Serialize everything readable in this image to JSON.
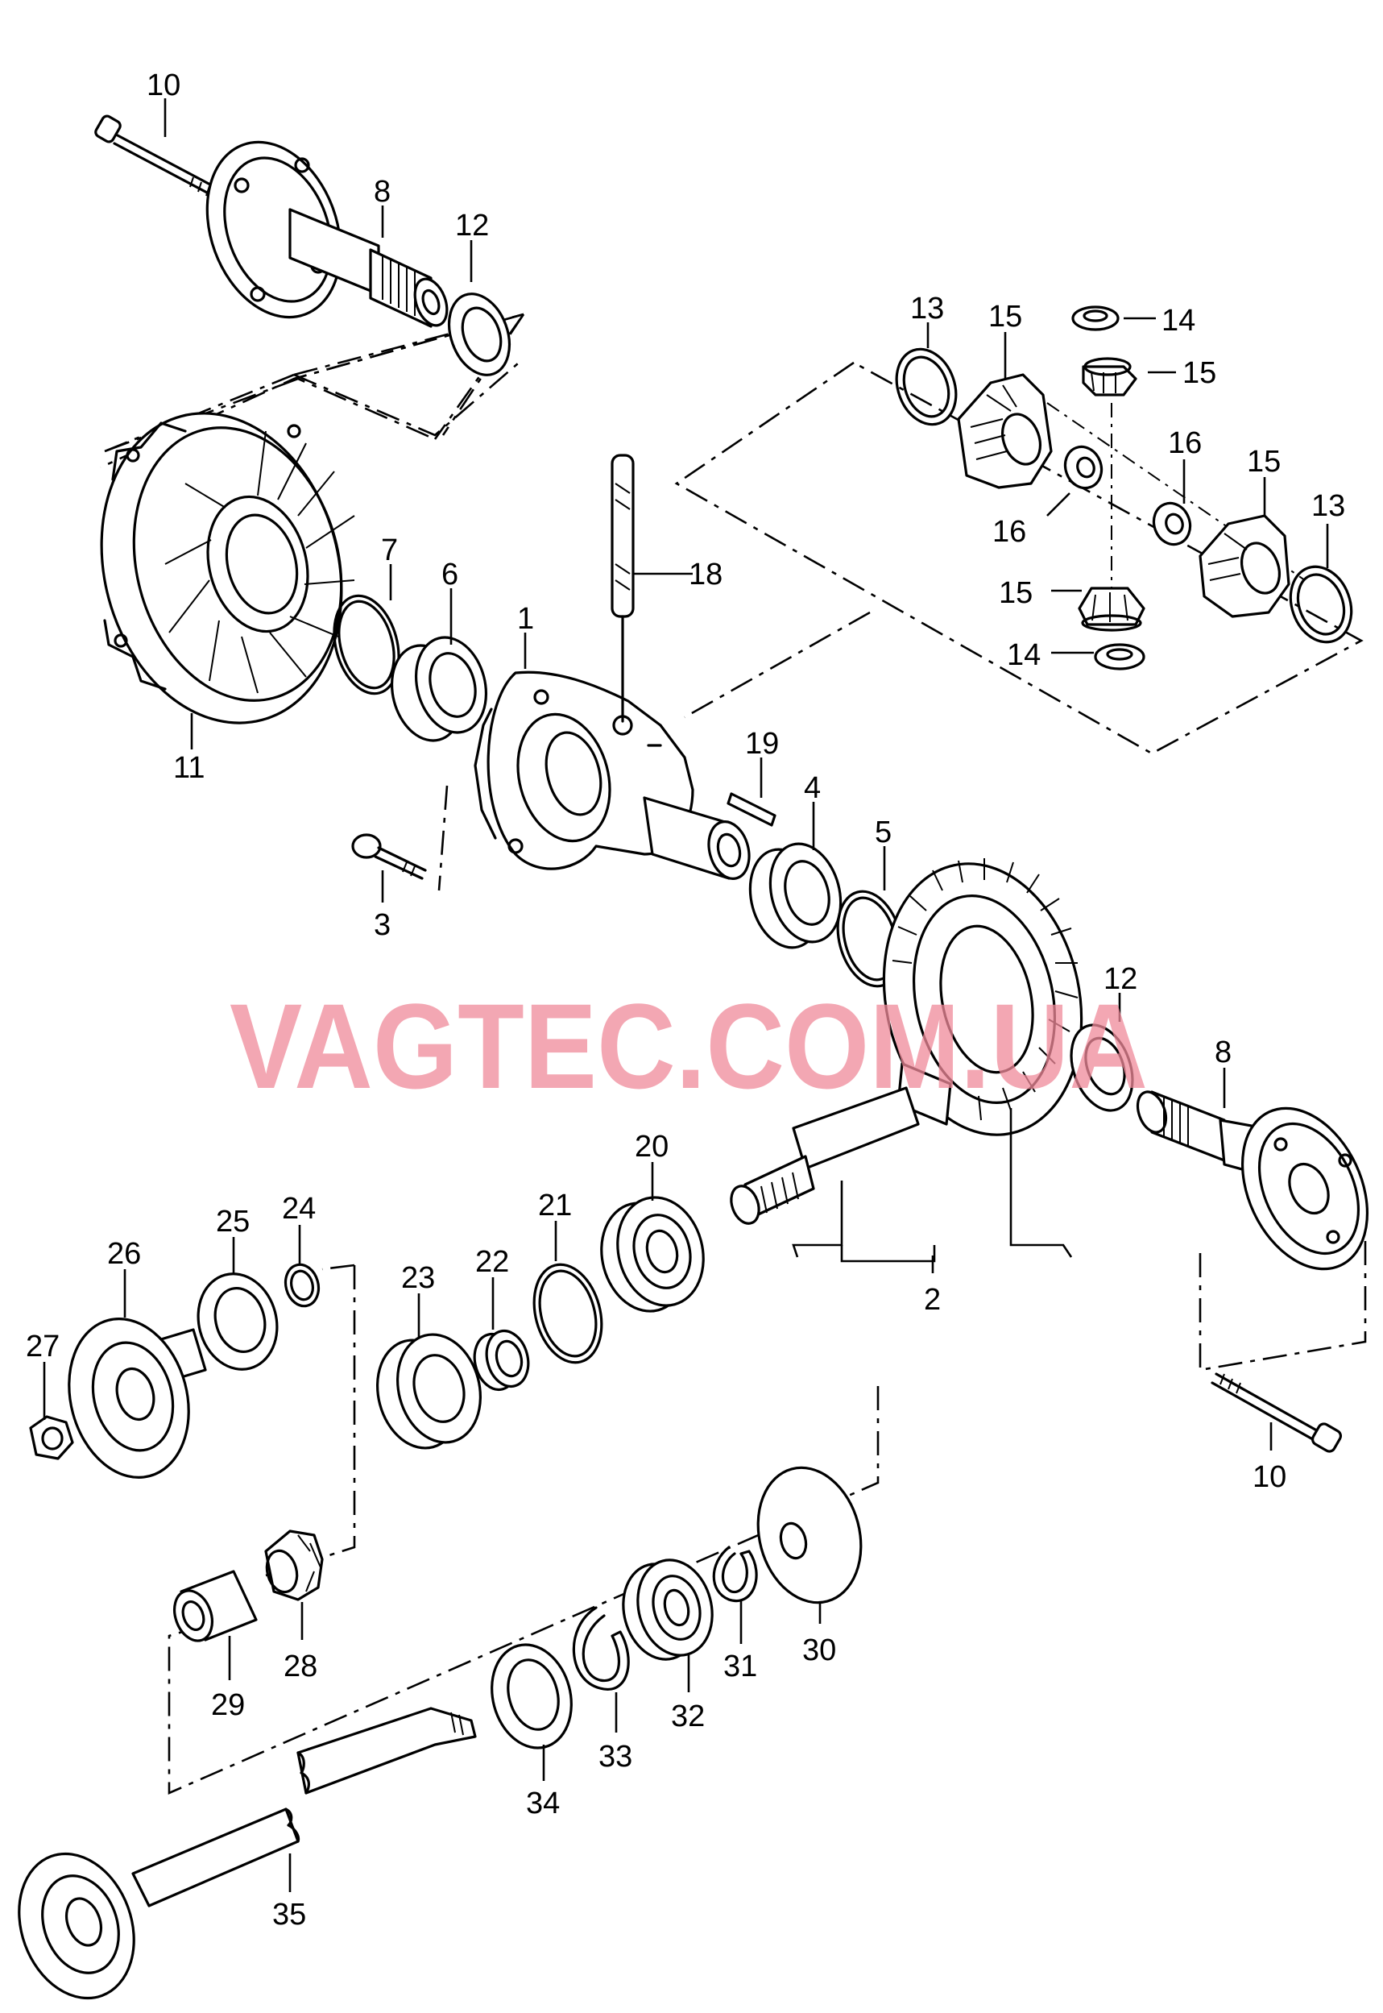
{
  "watermark": "VAGTEC.COM.UA",
  "accent_color": "#f08a9a",
  "labels": {
    "p1": "1",
    "p2": "2",
    "p3": "3",
    "p4": "4",
    "p5": "5",
    "p6": "6",
    "p7": "7",
    "p8a": "8",
    "p8b": "8",
    "p10a": "10",
    "p10b": "10",
    "p11": "11",
    "p12a": "12",
    "p12b": "12",
    "p13a": "13",
    "p13b": "13",
    "p14a": "14",
    "p14b": "14",
    "p15a": "15",
    "p15b": "15",
    "p15c": "15",
    "p15d": "15",
    "p16a": "16",
    "p16b": "16",
    "p18": "18",
    "p19": "19",
    "p20": "20",
    "p21": "21",
    "p22": "22",
    "p23": "23",
    "p24": "24",
    "p25": "25",
    "p26": "26",
    "p27": "27",
    "p28": "28",
    "p29": "29",
    "p30": "30",
    "p31": "31",
    "p32": "32",
    "p33": "33",
    "p34": "34",
    "p35": "35"
  }
}
